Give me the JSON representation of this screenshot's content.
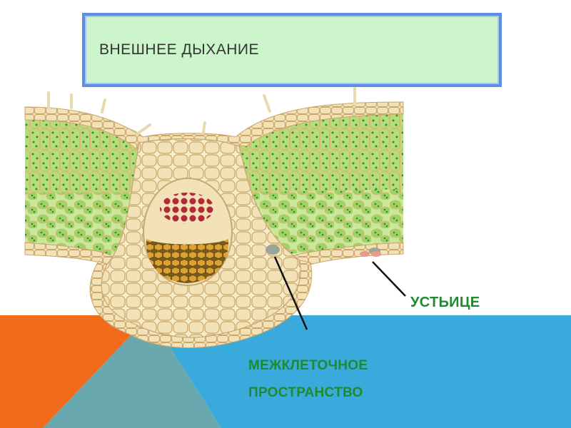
{
  "slide": {
    "title": "ВНЕШНЕЕ ДЫХАНИЕ",
    "labels": {
      "stoma": "УСТЬИЦЕ",
      "intercellular_line1": "МЕЖКЛЕТОЧНОЕ",
      "intercellular_line2": "ПРОСТРАНСТВО"
    }
  },
  "colors": {
    "title_fill": "#ccf5cc",
    "title_border": "#5b8fe0",
    "orange": "#f26a1b",
    "blue": "#3aa9dc",
    "label_green": "#1f8a2e",
    "epidermis": "#f3e2b8",
    "mesophyll": "#a8d86e",
    "chloroplast": "#2f8c3a",
    "xylem": "#b22a3a",
    "phloem": "#d9a233"
  }
}
